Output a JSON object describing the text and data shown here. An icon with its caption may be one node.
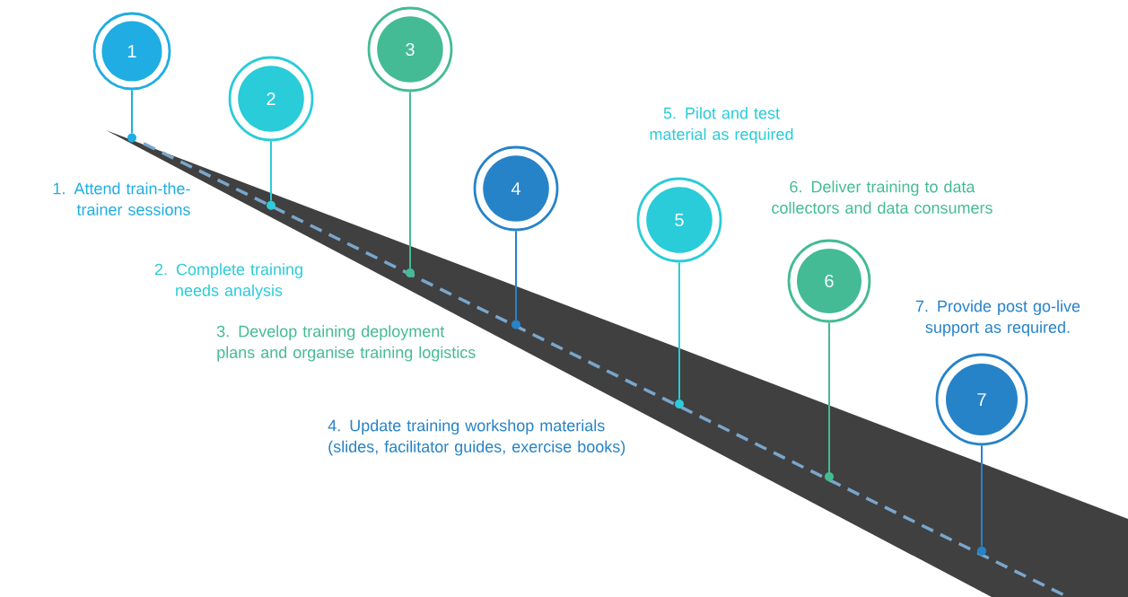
{
  "diagram": {
    "nodes": [
      {
        "text": [
          "1"
        ]
      },
      {
        "text": [
          "2"
        ]
      },
      {
        "text": [
          "3"
        ]
      },
      {
        "text": [
          "4"
        ]
      },
      {
        "text": [
          "5"
        ]
      },
      {
        "text": [
          "6"
        ]
      },
      {
        "text": [
          "7"
        ]
      },
      {
        "text": [],
        "shape": "circle"
      },
      {
        "text": [],
        "shape": "circle"
      },
      {
        "text": [],
        "shape": "circle"
      },
      {
        "text": [],
        "shape": "circle"
      },
      {
        "text": [],
        "shape": "circle"
      },
      {
        "text": [],
        "shape": "circle"
      },
      {
        "text": [],
        "shape": "circle"
      }
    ],
    "edges": [
      {
        "from": 0,
        "to": 7,
        "arrow": "none",
        "color": "#1fade3"
      },
      {
        "from": 1,
        "to": 8,
        "arrow": "none",
        "color": "#29ccd8"
      },
      {
        "from": 2,
        "to": 9,
        "arrow": "none",
        "color": "#44bb94"
      },
      {
        "from": 3,
        "to": 10,
        "arrow": "none",
        "color": "#2783c8"
      },
      {
        "from": 4,
        "to": 11,
        "arrow": "none",
        "color": "#29ccd8"
      },
      {
        "from": 5,
        "to": 12,
        "arrow": "none",
        "color": "#44bb94"
      },
      {
        "from": 6,
        "to": 13,
        "arrow": "none",
        "color": "#2783c8"
      }
    ],
    "labels": [
      "1.   Attend train-the-trainer sessions",
      "2. Complete training needs analysis",
      "3. Develop training deployment plans and organise training logistics",
      "4. Update training workshop materials (slides, facilitator guides, exercise books)",
      "5. Pilot and test material as required",
      "6. Deliver training to data collectors and data consumers",
      "7. Provide post go-live support as required."
    ]
  }
}
